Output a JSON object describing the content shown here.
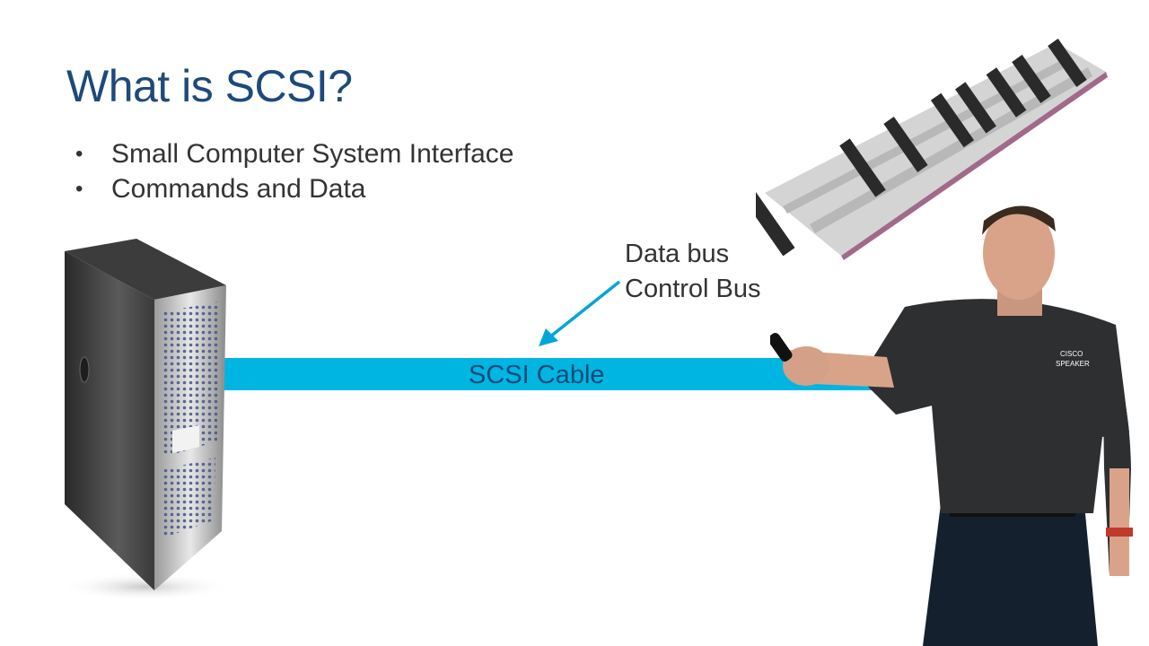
{
  "slide": {
    "title": "What is SCSI?",
    "bullets": [
      "Small Computer System Interface",
      "Commands and Data"
    ],
    "bus_labels": [
      "Data bus",
      "Control Bus"
    ],
    "cable_label": "SCSI Cable",
    "shirt_logo": [
      "CISCO",
      "SPEAKER"
    ]
  },
  "colors": {
    "title": "#1d4a7a",
    "cable": "#00b5e2",
    "cable_text": "#0c4a78",
    "arrow": "#00a6d6"
  }
}
